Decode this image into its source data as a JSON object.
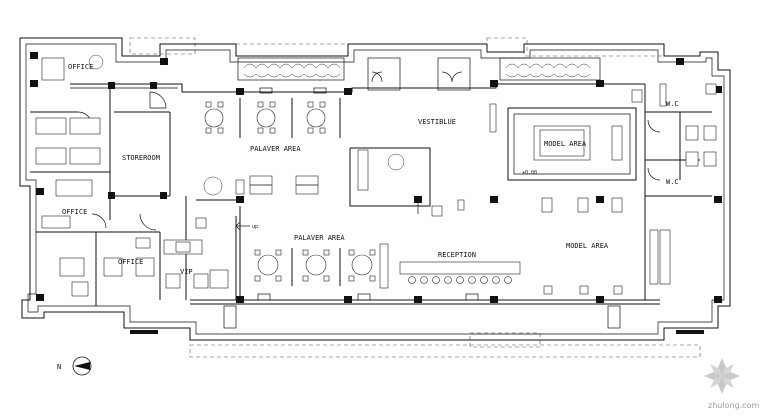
{
  "labels": {
    "office_top": "OFFICE",
    "office_mid": "OFFICE",
    "office_low": "OFFICE",
    "storeroom": "STOREROOM",
    "palaver_top": "PALAVER AREA",
    "palaver_bottom": "PALAVER AREA",
    "vestiblue": "VESTIBLUE",
    "model_area_box": "MODEL AREA",
    "model_area": "MODEL AREA",
    "reception": "RECEPTION",
    "vip": "VIP",
    "wc_top": "W.C",
    "wc_bottom": "W.C",
    "level": "±0.00",
    "up": "up",
    "north": "N"
  },
  "watermark": "zhulong.com",
  "colors": {
    "line": "#111111",
    "background": "#ffffff",
    "watermark": "#9a9a9a"
  }
}
